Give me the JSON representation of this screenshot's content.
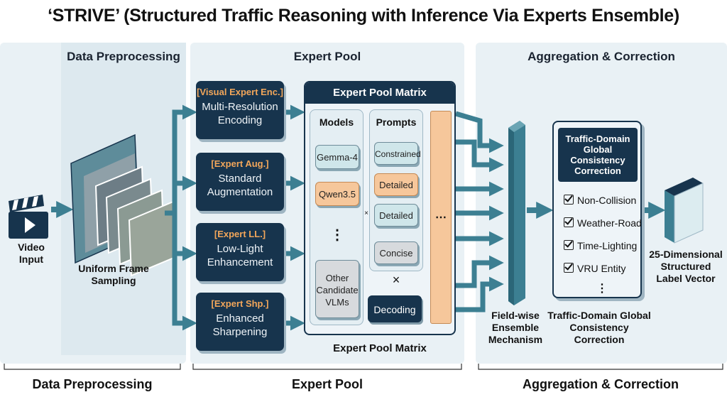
{
  "title": "‘STRIVE’ (Structured Traffic Reasoning with Inference Via Experts Ensemble)",
  "sections": {
    "preprocessing": "Data Preprocessing",
    "expert_pool": "Expert Pool",
    "aggregation": "Aggregation & Correction"
  },
  "preprocessing": {
    "video_input": "Video Input",
    "uniform_sampling": "Uniform Frame Sampling"
  },
  "experts": [
    {
      "tag": "[Visual Expert Enc.]",
      "name": "Multi-Resolution Encoding"
    },
    {
      "tag": "[Expert Aug.]",
      "name": "Standard Augmentation"
    },
    {
      "tag": "[Expert LL.]",
      "name": "Low-Light Enhancement"
    },
    {
      "tag": "[Expert Shp.]",
      "name": "Enhanced Sharpening"
    }
  ],
  "matrix": {
    "header": "Expert Pool Matrix",
    "caption": "Expert Pool Matrix",
    "models_header": "Models",
    "prompts_header": "Prompts",
    "models": [
      "Gemma-4",
      "Qwen3.5",
      "⋮",
      "Other Candidate VLMs"
    ],
    "prompts": [
      "Constrained",
      "Detailed",
      "Detailed",
      "Concise"
    ],
    "decoding": "Decoding",
    "cross": "×",
    "ellipsis": "⋯"
  },
  "aggregation": {
    "ensemble": "Field-wise Ensemble Mechanism",
    "correction_header": "Traffic-Domain Global Consistency Correction",
    "checks": [
      "Non-Collision",
      "Weather-Road",
      "Time-Lighting",
      "VRU Entity"
    ],
    "checks_more": "⋮",
    "correction_caption": "Traffic-Domain Global Consistency Correction",
    "output": "25-Dimensional Structured Label Vector"
  },
  "colors": {
    "navy": "#17344d",
    "teal": "#3c7f92",
    "orange": "#f6c79b",
    "tag_orange": "#f2a65a",
    "panel": "#e9f1f5"
  }
}
